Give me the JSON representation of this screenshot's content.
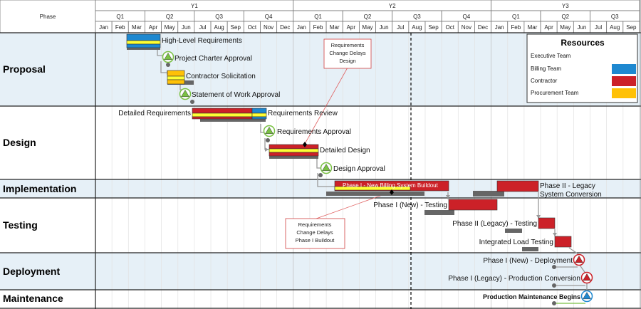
{
  "header": {
    "phase_label": "Phase",
    "years": [
      "Y1",
      "Y2",
      "Y3"
    ],
    "quarters": [
      "Q1",
      "Q2",
      "Q3",
      "Q4",
      "Q1",
      "Q2",
      "Q3",
      "Q4",
      "Q1",
      "Q2",
      "Q3"
    ],
    "months": [
      "Jan",
      "Feb",
      "Mar",
      "Apr",
      "May",
      "Jun",
      "Jul",
      "Aug",
      "Sep",
      "Oct",
      "Nov",
      "Dec",
      "Jan",
      "Feb",
      "Mar",
      "Apr",
      "May",
      "Jun",
      "Jul",
      "Aug",
      "Sep",
      "Oct",
      "Nov",
      "Dec",
      "Jan",
      "Feb",
      "Mar",
      "Apr",
      "May",
      "Jun",
      "Jul",
      "Aug",
      "Sep"
    ]
  },
  "phases": [
    "Proposal",
    "Design",
    "Implementation",
    "Testing",
    "Deployment",
    "Maintenance"
  ],
  "colors": {
    "executive": "#7ac143",
    "billing": "#1e88d0",
    "contractor": "#cc2128",
    "procurement": "#ffc107",
    "stripe": "#ffff33",
    "baseline": "#666666",
    "band": "#e6f0f7"
  },
  "tasks": {
    "high_level_requirements": "High-Level Requirements",
    "project_charter_approval": "Project Charter Approval",
    "contractor_solicitation": "Contractor Solicitation",
    "statement_of_work_approval": "Statement of Work Approval",
    "detailed_requirements": "Detailed Requirements",
    "requirements_review": "Requirements Review",
    "requirements_approval": "Requirements Approval",
    "detailed_design": "Detailed Design",
    "design_approval": "Design Approval",
    "phase1_billing_buildout": "Phase I - New Billing System Buildout",
    "phase2_legacy_line1": "Phase II - Legacy",
    "phase2_legacy_line2": "System Conversion",
    "phase1_new_testing": "Phase I (New) - Testing",
    "phase2_legacy_testing": "Phase II (Legacy) - Testing",
    "integrated_load_testing": "Integrated Load Testing",
    "phase1_new_deployment": "Phase I (New) - Deployment",
    "phase1_legacy_production": "Phase I (Legacy) - Production Conversion",
    "production_maintenance": "Production Maintenance Begins"
  },
  "notes": {
    "note1": [
      "Requirements",
      "Change Delays",
      "Design"
    ],
    "note2": [
      "Requirements",
      "Change Delays",
      "Phase I Buildout"
    ]
  },
  "legend": {
    "title": "Resources",
    "items": [
      "Executive Team",
      "Billing Team",
      "Contractor",
      "Procurement Team"
    ]
  }
}
